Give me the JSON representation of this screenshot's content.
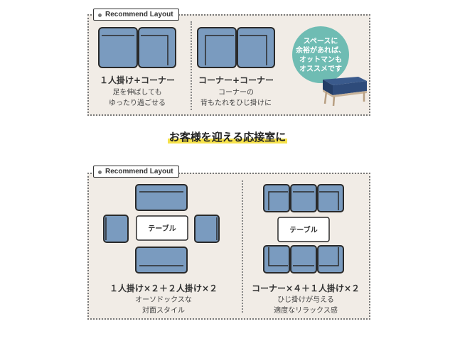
{
  "top_section": {
    "tag": "Recommend Layout",
    "left": {
      "title": "１人掛け+コーナー",
      "desc": [
        "足を伸ばしても",
        "ゆったり過ごせる"
      ]
    },
    "right": {
      "title": "コーナー+コーナー",
      "desc": [
        "コーナーの",
        "背もたれをひじ掛けに"
      ]
    },
    "bubble": [
      "スペースに",
      "余裕があれば、",
      "オットマンも",
      "オススメです"
    ]
  },
  "headline": "お客様を迎える応接室に",
  "bottom_section": {
    "tag": "Recommend Layout",
    "left": {
      "table_label": "テーブル",
      "title": "１人掛け×２＋２人掛け×２",
      "desc": [
        "オーソドックスな",
        "対面スタイル"
      ]
    },
    "right": {
      "table_label": "テーブル",
      "title": "コーナー×４＋１人掛け×２",
      "desc": [
        "ひじ掛けが与える",
        "適度なリラックス感"
      ]
    }
  },
  "colors": {
    "sofa": "#7a9bbf",
    "outline": "#2a2a2a",
    "panel": "#f1ece6",
    "bubble": "#6fbcb3",
    "highlight": "#f6e24b",
    "ottoman": "#2e4b7a"
  }
}
